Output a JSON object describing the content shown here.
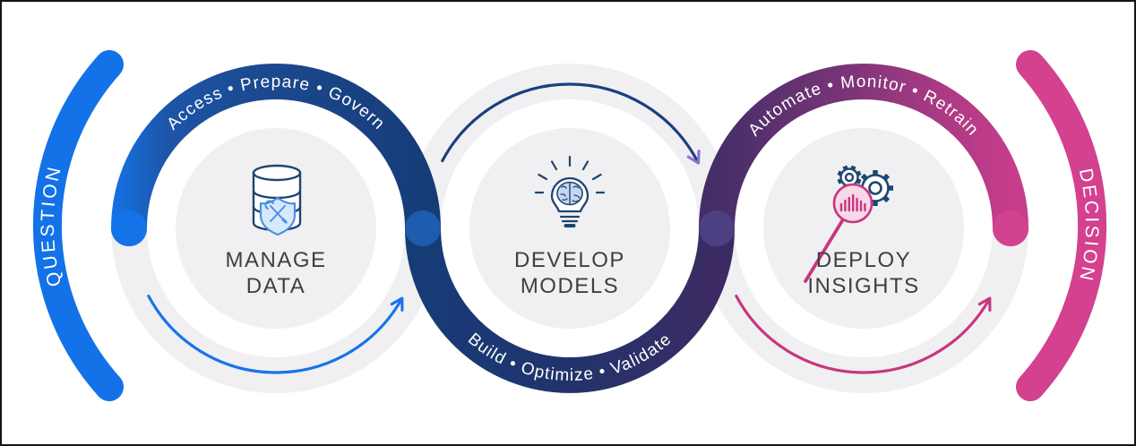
{
  "endpoints": {
    "start_label": "QUESTION",
    "end_label": "DECISION",
    "start_color": "#1372e8",
    "end_color": "#d3418f"
  },
  "nodes": [
    {
      "title_line1": "MANAGE",
      "title_line2": "DATA",
      "arc_text": "Access • Prepare • Govern",
      "icon": "database-shield-tools-icon",
      "arrow_color": "#1a73e8"
    },
    {
      "title_line1": "DEVELOP",
      "title_line2": "MODELS",
      "arc_text": "Build • Optimize • Validate",
      "icon": "lightbulb-brain-icon",
      "arrow_color": "#1b3f7e"
    },
    {
      "title_line1": "DEPLOY",
      "title_line2": "INSIGHTS",
      "arc_text": "Automate • Monitor • Retrain",
      "icon": "gears-magnifier-chart-icon",
      "arrow_color": "#c9367f"
    }
  ],
  "colors": {
    "ring_gray": "#f0f0f2",
    "title_text": "#3f3f42",
    "arc_text": "#ffffff",
    "bright_blue": "#1573e8",
    "navy": "#1c4991",
    "dark_navy": "#21336c",
    "purple": "#3c2b62",
    "magenta_purple": "#aa3a84",
    "magenta_end": "#c73d8b",
    "junction_dot_blue": "#1d5cae",
    "junction_dot_purple": "#4c4083",
    "end_dot_pink": "#d2428f",
    "arrowhead_purple": "#9070d0",
    "icon_navy": "#1f456f",
    "icon_blue": "#4a90e2",
    "icon_light_blue": "#d8e8fc",
    "icon_pink": "#c9367f",
    "icon_light_pink": "#f7d9ea"
  }
}
